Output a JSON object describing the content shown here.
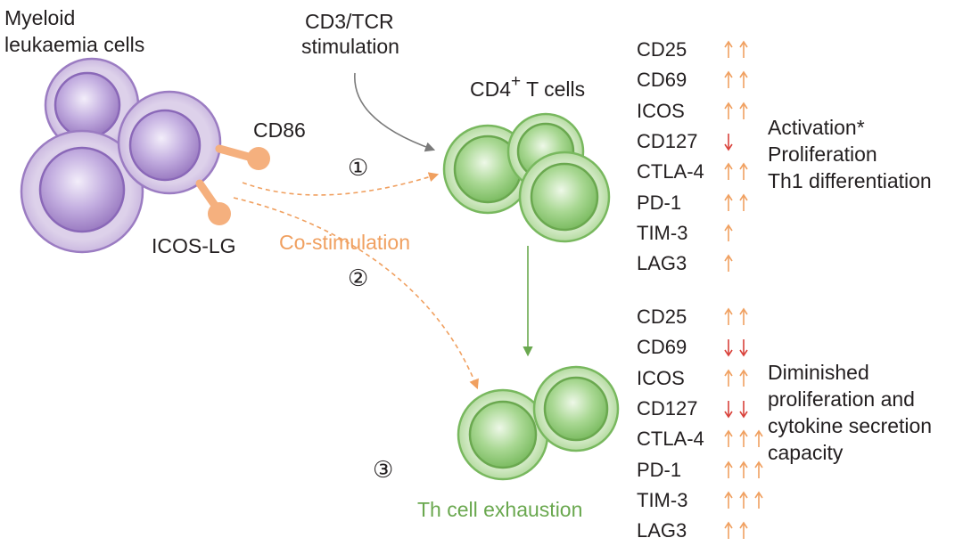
{
  "labels": {
    "myeloid_line1": "Myeloid",
    "myeloid_line2": "leukaemia cells",
    "tcr_line1": "CD3/TCR",
    "tcr_line2": "stimulation",
    "cd4_prefix": "CD4",
    "cd4_sup": "+",
    "cd4_suffix": " T cells",
    "cd86": "CD86",
    "icoslg": "ICOS-LG",
    "costim": "Co-stimulation",
    "exhaustion": "Th cell exhaustion"
  },
  "steps": [
    "①",
    "②",
    "③"
  ],
  "upper_panel": {
    "markers": [
      {
        "name": "CD25",
        "arrows": [
          "up",
          "up"
        ]
      },
      {
        "name": "CD69",
        "arrows": [
          "up",
          "up"
        ]
      },
      {
        "name": "ICOS",
        "arrows": [
          "up",
          "up"
        ]
      },
      {
        "name": "CD127",
        "arrows": [
          "down"
        ]
      },
      {
        "name": "CTLA-4",
        "arrows": [
          "up",
          "up"
        ]
      },
      {
        "name": "PD-1",
        "arrows": [
          "up",
          "up"
        ]
      },
      {
        "name": "TIM-3",
        "arrows": [
          "up"
        ]
      },
      {
        "name": "LAG3",
        "arrows": [
          "up"
        ]
      }
    ],
    "outcome": [
      "Activation*",
      "Proliferation",
      "Th1 differentiation"
    ]
  },
  "lower_panel": {
    "markers": [
      {
        "name": "CD25",
        "arrows": [
          "up",
          "up"
        ]
      },
      {
        "name": "CD69",
        "arrows": [
          "down",
          "down"
        ]
      },
      {
        "name": "ICOS",
        "arrows": [
          "up",
          "up"
        ]
      },
      {
        "name": "CD127",
        "arrows": [
          "down",
          "down"
        ]
      },
      {
        "name": "CTLA-4",
        "arrows": [
          "up",
          "up",
          "up"
        ]
      },
      {
        "name": "PD-1",
        "arrows": [
          "up",
          "up",
          "up"
        ]
      },
      {
        "name": "TIM-3",
        "arrows": [
          "up",
          "up",
          "up"
        ]
      },
      {
        "name": "LAG3",
        "arrows": [
          "up",
          "up"
        ]
      }
    ],
    "outcome": [
      "Diminished",
      "proliferation and",
      "cytokine secretion",
      "capacity"
    ]
  },
  "colors": {
    "myeloid_outer": "#ddd1ea",
    "myeloid_inner": "#9b7cc2",
    "tcell_outer": "#c6e3b5",
    "tcell_inner": "#86c56e",
    "ligand": "#f5b07e",
    "costim_arrow": "#f0a060",
    "up_arrow": "#f0a060",
    "down_arrow": "#d9413a",
    "tcr_arrow": "#7a7a7a",
    "exhaust_arrow": "#6aa84f"
  }
}
